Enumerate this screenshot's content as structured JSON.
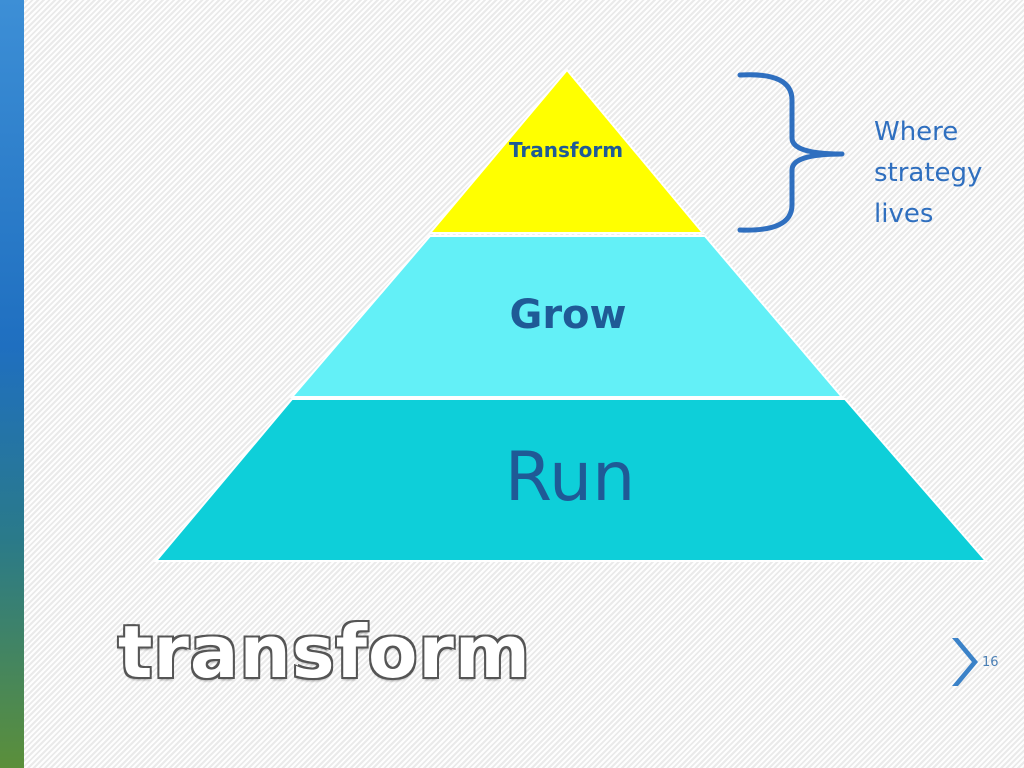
{
  "pyramid": {
    "tiers": [
      {
        "label": "Transform",
        "color": "#ffff00"
      },
      {
        "label": "Grow",
        "color": "#63f0f7"
      },
      {
        "label": "Run",
        "color": "#0ecfd9"
      }
    ],
    "label_color": "#1f5a96"
  },
  "brace": {
    "lines": [
      "Where",
      "strategy",
      "lives"
    ],
    "color": "#2f6fbf"
  },
  "footer": {
    "wordmark": "transform",
    "slide_number": "16",
    "next_icon": "chevron-right-icon"
  },
  "theme": {
    "sidebar_colors": [
      "#3d8fd6",
      "#1f6fc0",
      "#2a7a8a",
      "#5b8f3a"
    ],
    "accent": "#3b82c8"
  }
}
